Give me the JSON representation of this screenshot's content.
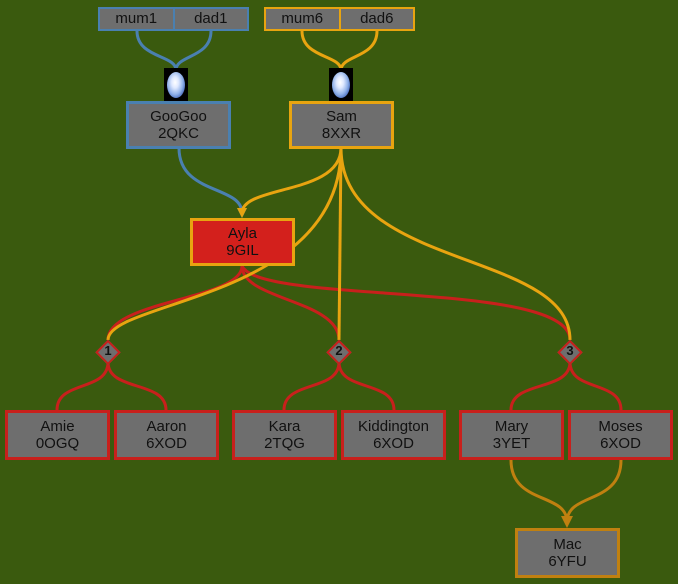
{
  "colors": {
    "background": "#3a5a0e",
    "node_fill": "#6e6e6e",
    "blue": "#4a80b0",
    "gold": "#e8a410",
    "dark_gold": "#c08010",
    "red": "#c8201c",
    "focus_fill": "#d3201c"
  },
  "parents_left": {
    "mum": "mum1",
    "dad": "dad1"
  },
  "parents_right": {
    "mum": "mum6",
    "dad": "dad6"
  },
  "nodes": {
    "googoo": {
      "name": "GooGoo",
      "id": "2QKC"
    },
    "sam": {
      "name": "Sam",
      "id": "8XXR"
    },
    "ayla": {
      "name": "Ayla",
      "id": "9GIL"
    },
    "amie": {
      "name": "Amie",
      "id": "0OGQ"
    },
    "aaron": {
      "name": "Aaron",
      "id": "6XOD"
    },
    "kara": {
      "name": "Kara",
      "id": "2TQG"
    },
    "kiddington": {
      "name": "Kiddington",
      "id": "6XOD"
    },
    "mary": {
      "name": "Mary",
      "id": "3YET"
    },
    "moses": {
      "name": "Moses",
      "id": "6XOD"
    },
    "mac": {
      "name": "Mac",
      "id": "6YFU"
    }
  },
  "families": [
    "1",
    "2",
    "3"
  ],
  "icons": {
    "marriage": "ring-icon"
  }
}
